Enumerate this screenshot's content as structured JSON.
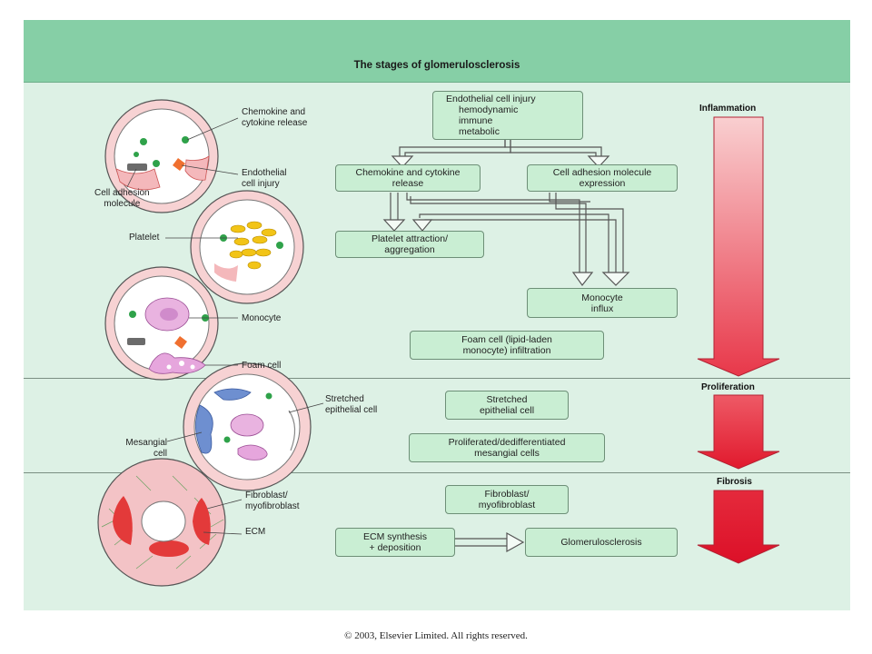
{
  "title": "The stages of glomerulosclerosis",
  "stages": {
    "inflammation": "Inflammation",
    "proliferation": "Proliferation",
    "fibrosis": "Fibrosis"
  },
  "boxes": {
    "endothelial_injury": {
      "title": "Endothelial cell injury",
      "items": [
        "hemodynamic",
        "immune",
        "metabolic"
      ]
    },
    "chemokine_release": [
      "Chemokine and cytokine",
      "release"
    ],
    "cell_adhesion_expression": [
      "Cell adhesion molecule",
      "expression"
    ],
    "platelet_attraction": [
      "Platelet attraction/",
      "aggregation"
    ],
    "monocyte_influx": [
      "Monocyte",
      "influx"
    ],
    "foam_cell_infiltration": [
      "Foam cell (lipid-laden",
      "monocyte) infiltration"
    ],
    "stretched_epithelial": [
      "Stretched",
      "epithelial cell"
    ],
    "proliferated_mesangial": [
      "Proliferated/dedifferentiated",
      "mesangial cells"
    ],
    "fibroblast": [
      "Fibroblast/",
      "myofibroblast"
    ],
    "ecm_synthesis": [
      "ECM synthesis",
      "+ deposition"
    ],
    "glomerulosclerosis": "Glomerulosclerosis"
  },
  "labels": {
    "chemokine_cytokine": [
      "Chemokine and",
      "cytokine release"
    ],
    "endothelial_injury": [
      "Endothelial",
      "cell injury"
    ],
    "cell_adhesion": [
      "Cell adhesion",
      "molecule"
    ],
    "platelet": "Platelet",
    "monocyte": "Monocyte",
    "foam_cell": "Foam cell",
    "stretched_epithelial": [
      "Stretched",
      "epithelial cell"
    ],
    "mesangial": [
      "Mesangial",
      "cell"
    ],
    "fibroblast": [
      "Fibroblast/",
      "myofibroblast"
    ],
    "ecm": "ECM"
  },
  "copyright": "© 2003, Elsevier Limited. All rights reserved.",
  "colors": {
    "header": "#86cfa6",
    "panel": "#ddf1e5",
    "box_fill": "#c9eed3",
    "arrow_light": "#f6c6c8",
    "arrow_dark": "#e0182e"
  }
}
